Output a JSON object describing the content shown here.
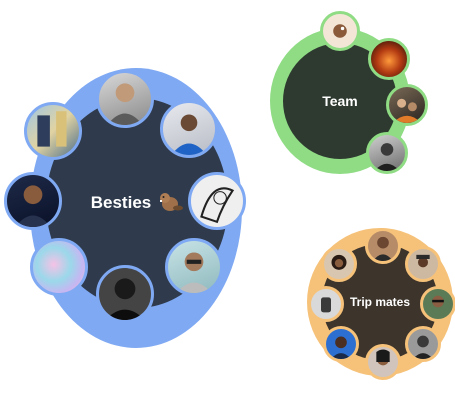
{
  "groups": {
    "besties": {
      "label": "Besties",
      "emoji": "beaver-icon",
      "ring_color": "#7fa9f3",
      "core_color": "#2f3b4c",
      "avatar_border": "#7fa9f3",
      "members": [
        "man-grey-shirt-avatar",
        "man-blue-hoodie-avatar",
        "sketch-drawing-avatar",
        "woman-glasses-avatar",
        "man-bw-portrait-avatar",
        "swirl-art-avatar",
        "man-suit-avatar",
        "street-art-avatar"
      ]
    },
    "team": {
      "label": "Team",
      "ring_color": "#8fdc84",
      "core_color": "#2e3a30",
      "avatar_border": "#8fdc84",
      "members": [
        "hand-drawn-avatar",
        "fire-scene-avatar",
        "crowd-avatar",
        "bw-woman-avatar"
      ]
    },
    "trip_mates": {
      "label": "Trip mates",
      "ring_color": "#f6c27a",
      "core_color": "#3d352c",
      "avatar_border": "#f6c27a",
      "members": [
        "woman-curly-hair-avatar",
        "man-bearded-avatar",
        "man-hat-avatar",
        "man-shades-avatar",
        "man-beard-bw-avatar",
        "woman-smile-avatar",
        "man-headphones-avatar",
        "fist-avatar"
      ]
    }
  }
}
